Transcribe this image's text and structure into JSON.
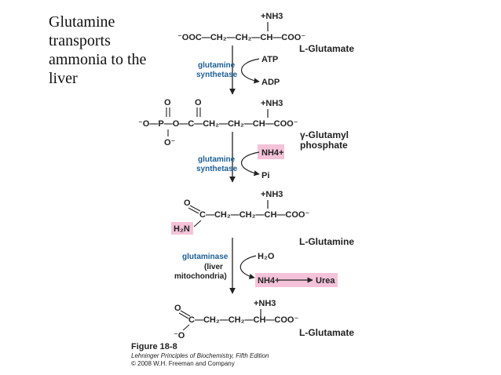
{
  "slide": {
    "title": "Glutamine transports ammonia to the liver"
  },
  "colors": {
    "enzyme": "#1c5f95",
    "highlight": "#f4c3d9",
    "text": "#222222"
  },
  "molecules": {
    "glutamate_top": {
      "ammonium": "+NH3",
      "chain": "⁻OOC—CH₂—CH₂—CH—COO⁻",
      "name": "L-Glutamate"
    },
    "glutamyl_phosphate": {
      "ammonium": "+NH3",
      "chain": "⁻O—P—O—C—CH₂—CH₂—CH—COO⁻",
      "name_line1": "γ-Glutamyl",
      "name_line2": "phosphate"
    },
    "glutamine": {
      "ammonium": "+NH3",
      "chain": "C—CH₂—CH₂—CH—COO⁻",
      "amide": "H₂N",
      "name": "L-Glutamine"
    },
    "glutamate_bottom": {
      "ammonium": "+NH3",
      "chain": "C—CH₂—CH₂—CH—COO⁻",
      "name": "L-Glutamate"
    }
  },
  "reactions": {
    "step1": {
      "enzyme_line1": "glutamine",
      "enzyme_line2": "synthetase",
      "in": "ATP",
      "out": "ADP"
    },
    "step2": {
      "enzyme_line1": "glutamine",
      "enzyme_line2": "synthetase",
      "in": "NH4+",
      "out": "Pi"
    },
    "step3": {
      "enzyme_line1": "glutaminase",
      "enzyme_line2": "(liver",
      "enzyme_line3": "mitochondria)",
      "in": "H₂O",
      "out": "NH4+",
      "product": "Urea"
    }
  },
  "caption": {
    "figure": "Figure 18-8",
    "book": "Lehninger Principles of Biochemistry, Fifth Edition",
    "copyright": "© 2008 W.H. Freeman and Company"
  }
}
